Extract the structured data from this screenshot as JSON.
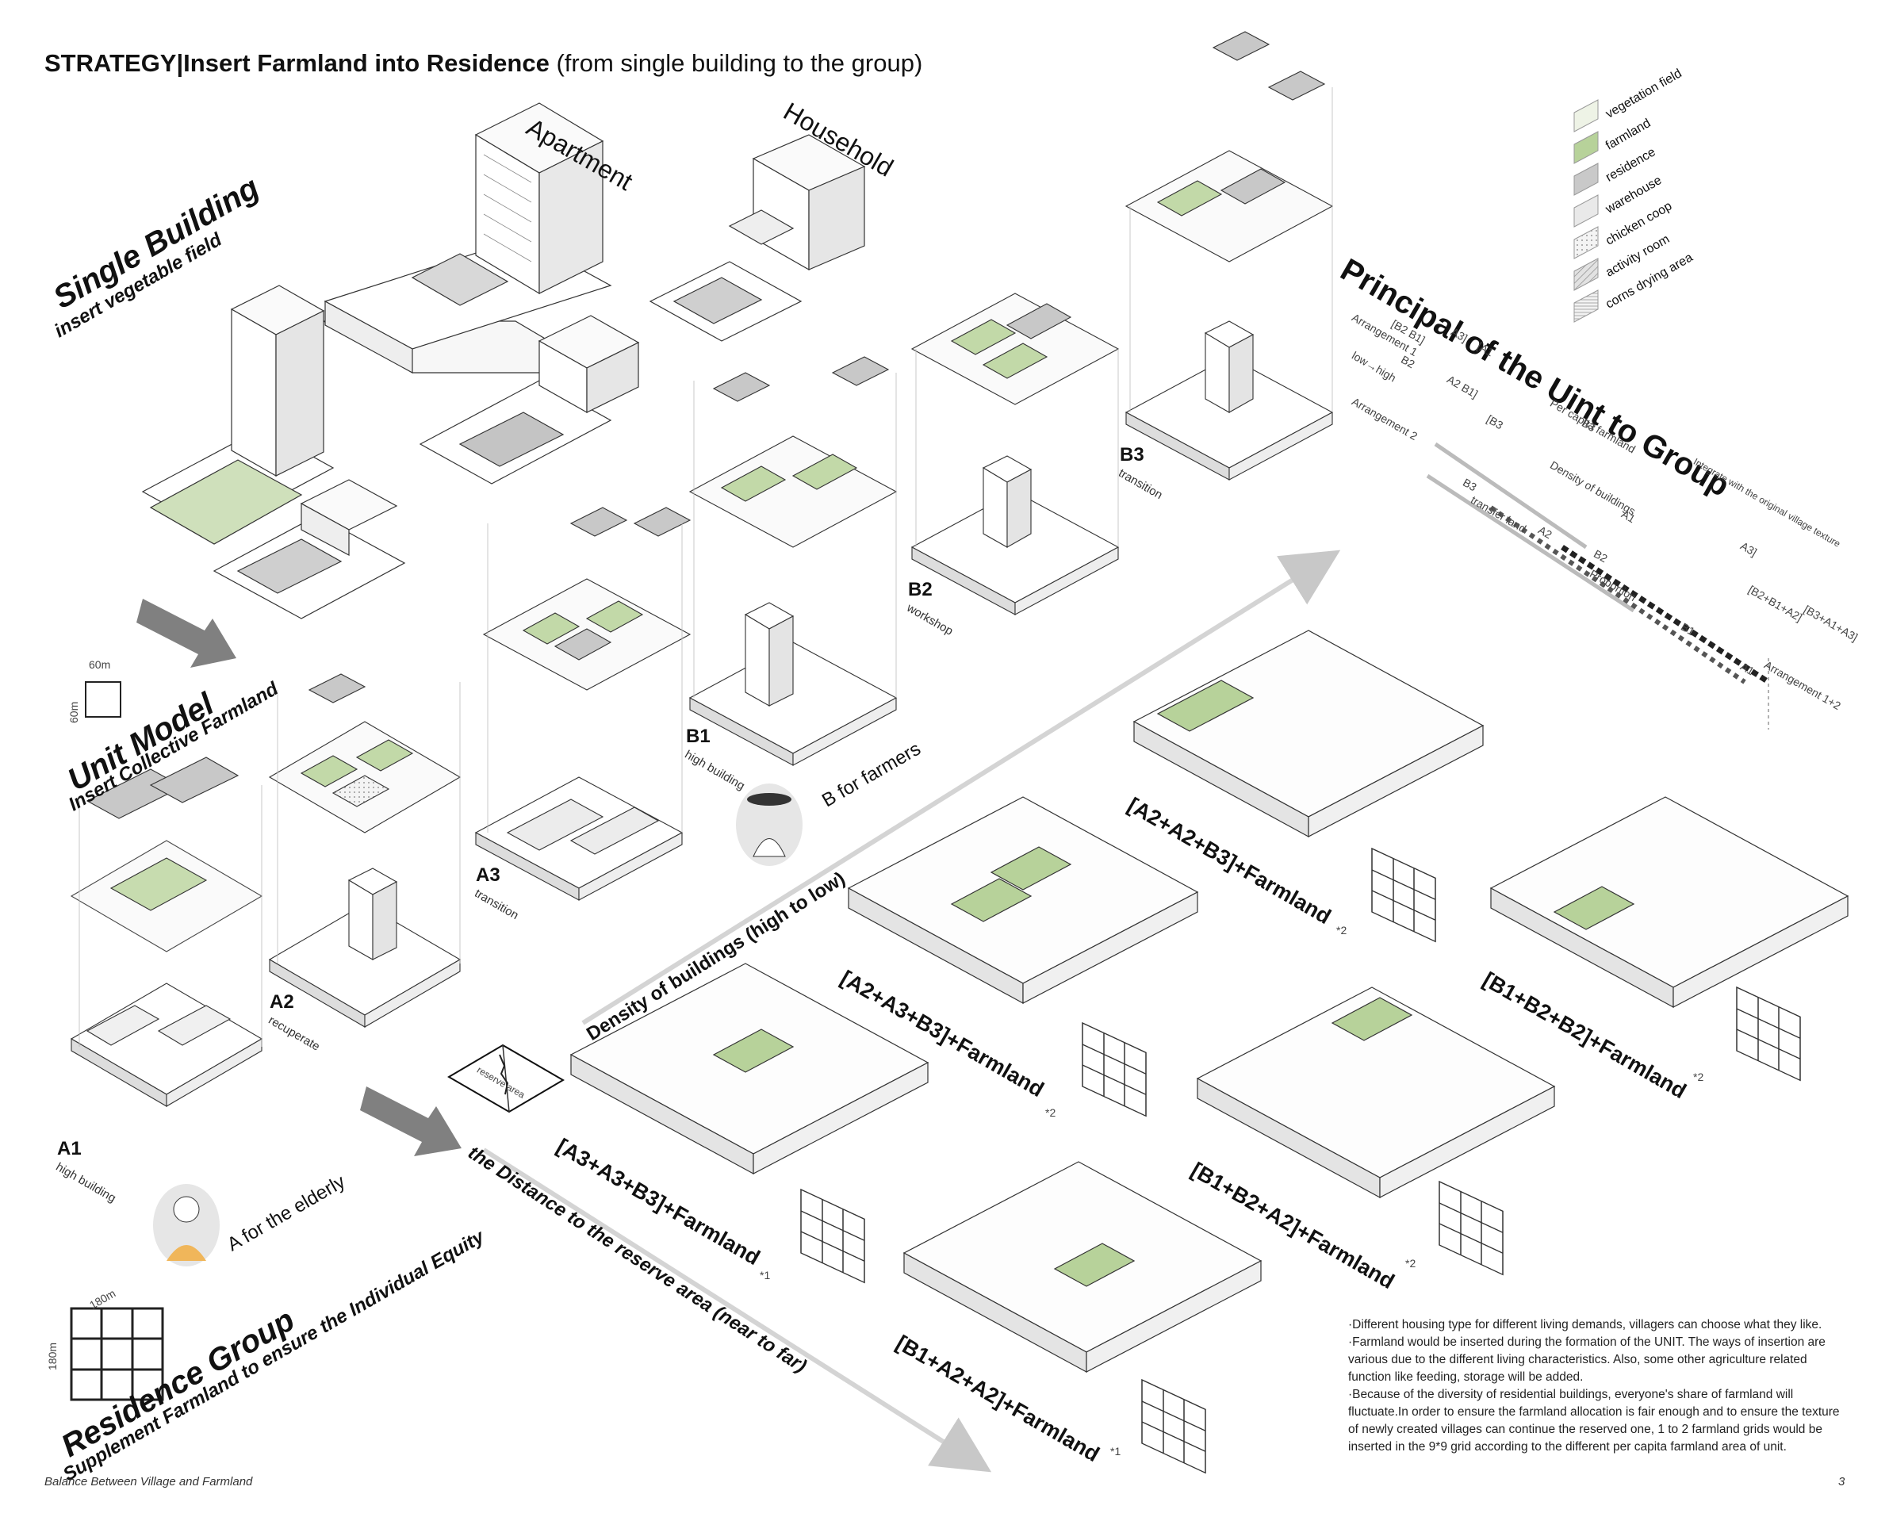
{
  "title": {
    "strong": "STRATEGY|Insert Farmland into Residence",
    "normal": " (from single building to the group)"
  },
  "sections": {
    "single_building": {
      "title": "Single Building",
      "subtitle": "insert vegetable field"
    },
    "unit_model": {
      "title": "Unit Model",
      "subtitle": "Insert Collective Farmland"
    },
    "residence_group": {
      "title": "Residence Group",
      "subtitle": "Supplement Farmland to ensure the Individual Equity"
    },
    "principal": {
      "title": "Principal of the Uint to Group"
    }
  },
  "building_types": {
    "apartment": "Apartment",
    "household": "Household"
  },
  "dimensions": {
    "unit_width": "60m",
    "unit_height": "60m",
    "group_width": "180m",
    "group_height": "180m"
  },
  "units": [
    {
      "code": "A1",
      "desc": "high building"
    },
    {
      "code": "A2",
      "desc": "recuperate"
    },
    {
      "code": "A3",
      "desc": "transition"
    },
    {
      "code": "B1",
      "desc": "high building"
    },
    {
      "code": "B2",
      "desc": "workshop"
    },
    {
      "code": "B3",
      "desc": "transition"
    }
  ],
  "user_types": {
    "a": "A  for the elderly",
    "b": "B  for farmers"
  },
  "axes": {
    "density": "Density of buildings (high to low)",
    "distance": "the Distance to the reserve area (near to far)",
    "reserve": "reserve area"
  },
  "groups": [
    {
      "label": "[A3+A3+B3]+Farmland",
      "mult": "*1"
    },
    {
      "label": "[A2+A3+B3]+Farmland",
      "mult": "*2"
    },
    {
      "label": "[A2+A2+B3]+Farmland",
      "mult": "*2"
    },
    {
      "label": "[B1+A2+A2]+Farmland",
      "mult": "*1"
    },
    {
      "label": "[B1+B2+A2]+Farmland",
      "mult": "*2"
    },
    {
      "label": "[B1+B2+B2]+Farmland",
      "mult": "*2"
    }
  ],
  "legend": [
    {
      "label": "vegetation field",
      "color": "#eef3e6",
      "pattern": "plain"
    },
    {
      "label": "farmland",
      "color": "#b7d29a",
      "pattern": "plain"
    },
    {
      "label": "residence",
      "color": "#c9c9c9",
      "pattern": "plain"
    },
    {
      "label": "warehouse",
      "color": "#e9e9e9",
      "pattern": "plain"
    },
    {
      "label": "chicken coop",
      "color": "#f3f3f3",
      "pattern": "dots"
    },
    {
      "label": "activity room",
      "color": "#dcdcdc",
      "pattern": "hatch"
    },
    {
      "label": "corns drying area",
      "color": "#f0f0f0",
      "pattern": "lines"
    }
  ],
  "principal_diagram": {
    "arrangement1": "Arrangement 1",
    "arrangement2": "Arrangement 2",
    "low_high": "low→high",
    "per_capita": "Per capita farmland",
    "density": "Density of buildings",
    "integrate": "Integrate with the original village texture",
    "transfer_land": "transfer land",
    "proportion": "Proportion",
    "arrangement_sum": "Arrangement 1+2",
    "tags": [
      "[B2 B1]",
      "A3]",
      "[A1",
      "B2",
      "A2 B1]",
      "[B3",
      "B3",
      "B3",
      "A1",
      "A2",
      "B2",
      "A3]",
      "B1",
      "A1",
      "[B2+B1+A2]",
      "[B3+A1+A3]"
    ]
  },
  "notes": "·Different housing type for different living demands, villagers can choose what they like.\n·Farmland would be inserted during the formation of the UNIT. The ways of insertion are various due to the different living characteristics. Also, some other agriculture related function like feeding, storage will be added.\n·Because of the diversity of residential buildings, everyone's share of farmland will fluctuate.In order to ensure the farmland allocation is fair enough and to ensure the texture of newly created villages can continue the reserved one, 1 to 2 farmland grids would be inserted in the 9*9 grid according to the different per capita farmland area of unit.",
  "footer": {
    "left": "Balance Between Village and Farmland",
    "page": "3"
  }
}
